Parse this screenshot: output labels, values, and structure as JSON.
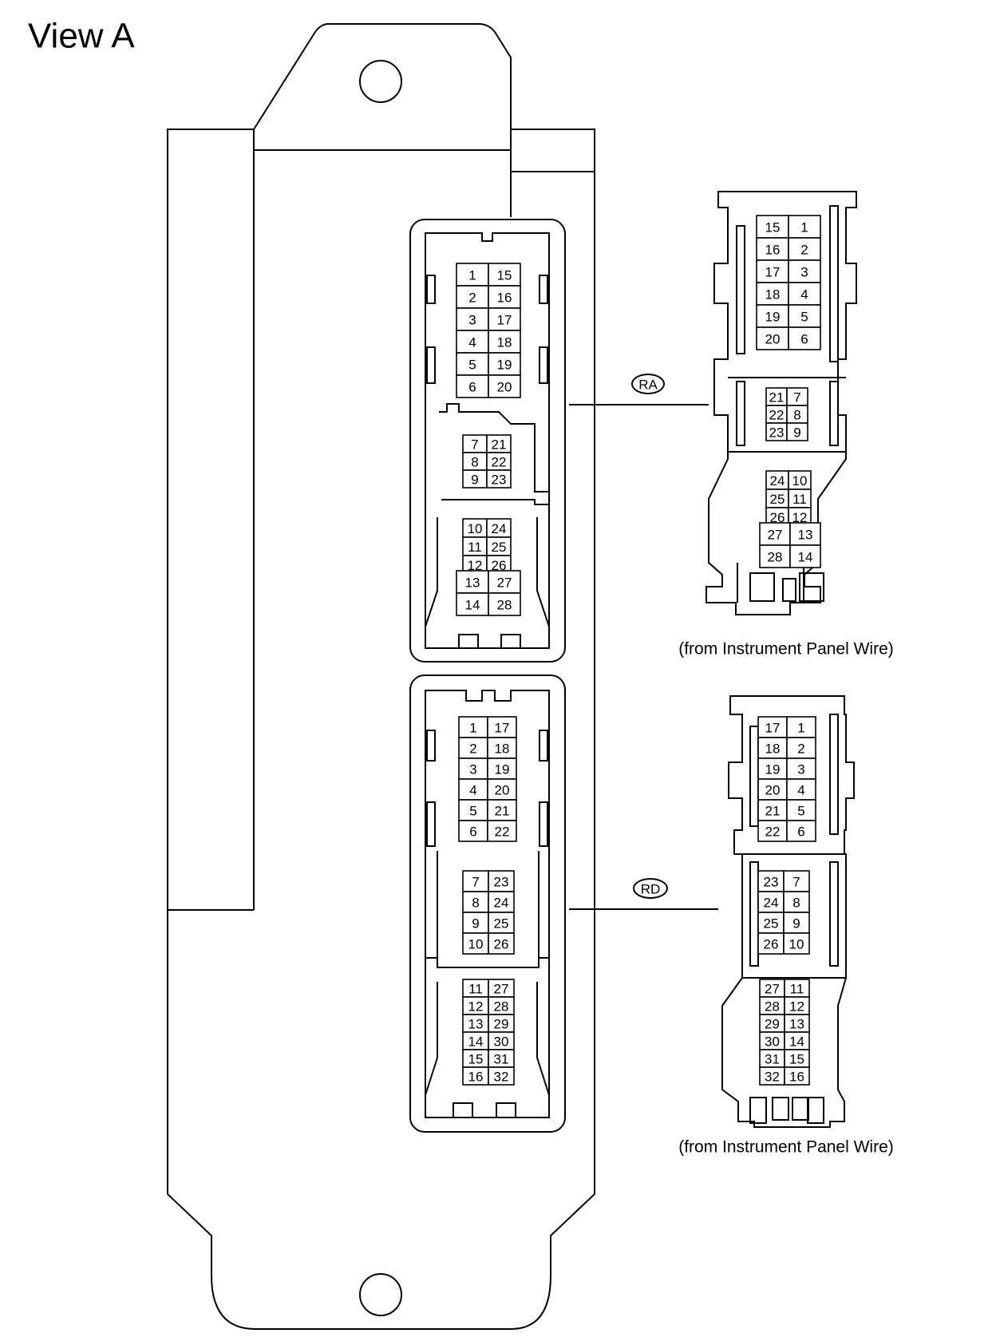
{
  "title": "View A",
  "ra": {
    "label": "RA",
    "caption": "(from Instrument Panel Wire)",
    "unit_groups": [
      [
        [
          1,
          15
        ],
        [
          2,
          16
        ],
        [
          3,
          17
        ],
        [
          4,
          18
        ],
        [
          5,
          19
        ],
        [
          6,
          20
        ]
      ],
      [
        [
          7,
          21
        ],
        [
          8,
          22
        ],
        [
          9,
          23
        ]
      ],
      [
        [
          10,
          24
        ],
        [
          11,
          25
        ],
        [
          12,
          26
        ]
      ],
      [
        [
          13,
          27
        ],
        [
          14,
          28
        ]
      ]
    ],
    "harness_groups": [
      [
        [
          15,
          1
        ],
        [
          16,
          2
        ],
        [
          17,
          3
        ],
        [
          18,
          4
        ],
        [
          19,
          5
        ],
        [
          20,
          6
        ]
      ],
      [
        [
          21,
          7
        ],
        [
          22,
          8
        ],
        [
          23,
          9
        ]
      ],
      [
        [
          24,
          10
        ],
        [
          25,
          11
        ],
        [
          26,
          12
        ]
      ],
      [
        [
          27,
          13
        ],
        [
          28,
          14
        ]
      ]
    ]
  },
  "rd": {
    "label": "RD",
    "caption": "(from Instrument Panel Wire)",
    "unit_groups": [
      [
        [
          1,
          17
        ],
        [
          2,
          18
        ],
        [
          3,
          19
        ],
        [
          4,
          20
        ],
        [
          5,
          21
        ],
        [
          6,
          22
        ]
      ],
      [
        [
          7,
          23
        ],
        [
          8,
          24
        ],
        [
          9,
          25
        ],
        [
          10,
          26
        ]
      ],
      [
        [
          11,
          27
        ],
        [
          12,
          28
        ],
        [
          13,
          29
        ],
        [
          14,
          30
        ],
        [
          15,
          31
        ],
        [
          16,
          32
        ]
      ]
    ],
    "harness_groups": [
      [
        [
          17,
          1
        ],
        [
          18,
          2
        ],
        [
          19,
          3
        ],
        [
          20,
          4
        ],
        [
          21,
          5
        ],
        [
          22,
          6
        ]
      ],
      [
        [
          23,
          7
        ],
        [
          24,
          8
        ],
        [
          25,
          9
        ],
        [
          26,
          10
        ]
      ],
      [
        [
          27,
          11
        ],
        [
          28,
          12
        ],
        [
          29,
          13
        ],
        [
          30,
          14
        ],
        [
          31,
          15
        ],
        [
          32,
          16
        ]
      ]
    ]
  }
}
